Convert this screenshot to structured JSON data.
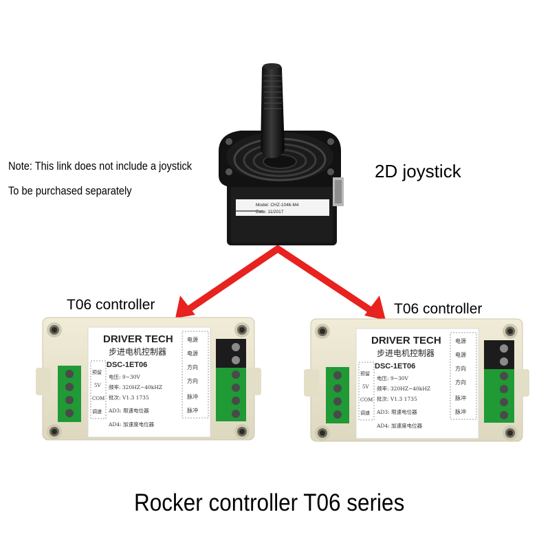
{
  "image": {
    "note_line1": "Note: This link does not include a joystick",
    "note_line2": "To be purchased separately",
    "joystick_label": "2D joystick",
    "controller_label_left": "T06 controller",
    "controller_label_right": "T06 controller",
    "series_title": "Rocker controller T06 series"
  },
  "joystick": {
    "sticker_model": "Model:  CHZ-1046-M4",
    "sticker_date": "Date:   11/2017"
  },
  "controller": {
    "brand": "DRIVER TECH",
    "subtitle": "步进电机控制器",
    "model": "DSC-1ET06",
    "spec_voltage": "电压: 9~30V",
    "spec_freq": "频率: 320HZ~40kHZ",
    "spec_batch": "批次: V1.3 1735",
    "spec_ad3": "AD3: 限速电位器",
    "spec_ad4": "AD4: 加速度电位器",
    "left_terminals": [
      "预留",
      "5V",
      "COM",
      "调速"
    ],
    "right_terminals": [
      "电源",
      "电源",
      "方向",
      "方向",
      "脉冲",
      "脉冲"
    ]
  },
  "colors": {
    "arrow": "#e8221f",
    "case": "#e9e5cf",
    "terminal_green": "#1f9a35",
    "terminal_black": "#1c1c1c"
  }
}
